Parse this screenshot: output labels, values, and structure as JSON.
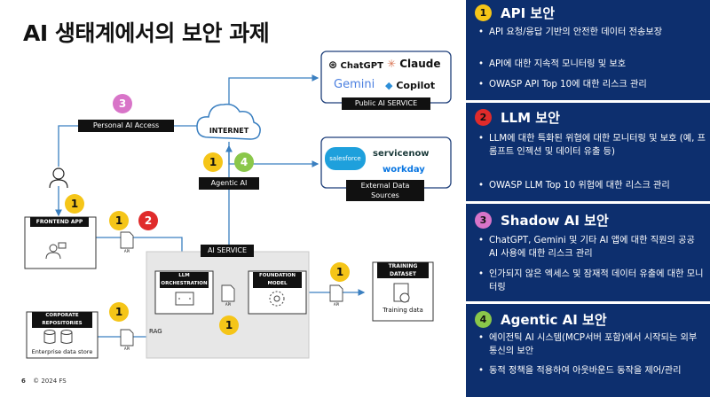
{
  "title": "AI 생태계에서의 보안 과제",
  "footer": {
    "page": "6",
    "copyright": "© 2024 FS"
  },
  "diagram": {
    "personal_ai_access": "Personal AI Access",
    "internet": "INTERNET",
    "agentic_ai": "Agentic AI",
    "public_ai_service": "Public AI  SERVICE",
    "external_data_sources": "External Data Sources",
    "frontend_app": "FRONTEND APP",
    "ai_service": "AI  SERVICE",
    "llm_orchestration": "LLM ORCHESTRATION",
    "foundation_model": "FOUNDATION MODEL",
    "training_dataset": "TRAINING DATASET",
    "training_data": "Training data",
    "corporate_repositories": "CORPORATE REPOSITORIES",
    "enterprise_data_store": "Enterprise data store",
    "rag": "RAG",
    "api": "API",
    "vendors": {
      "chatgpt": "ChatGPT",
      "claude": "Claude",
      "gemini": "Gemini",
      "copilot": "Copilot",
      "salesforce": "salesforce",
      "servicenow": "servicenow",
      "workday": "workday"
    },
    "markers": {
      "n1": "1",
      "n2": "2",
      "n3": "3",
      "n4": "4"
    }
  },
  "colors": {
    "panel_bg": "#0d2f6e",
    "yellow": "#f5c518",
    "red": "#e02b2b",
    "pink": "#d874c8",
    "green": "#8ac74a",
    "line_blue": "#3a7fc0"
  },
  "panel": {
    "sections": [
      {
        "num": "1",
        "heading": "API 보안",
        "bullets": [
          "API 요청/응답 기반의 안전한 데이터 전송보장",
          "API에 대한 지속적 모니터링 및 보호",
          "OWASP API Top 10에 대한 리스크 관리"
        ]
      },
      {
        "num": "2",
        "heading": "LLM 보안",
        "bullets": [
          "LLM에 대한 특화된 위협에 대한 모니터링 및 보호 (예, 프롬프트 인젝션 및 데이터 유출 등)",
          "OWASP LLM Top 10 위협에 대한 리스크 관리"
        ]
      },
      {
        "num": "3",
        "heading": "Shadow AI 보안",
        "bullets": [
          "ChatGPT, Gemini 및 기타 AI 앱에 대한 직원의 공공 AI 사용에 대한 리스크 관리",
          "인가되지 않은 엑세스 및 잠재적 데이터 유출에 대한 모니터링"
        ]
      },
      {
        "num": "4",
        "heading": "Agentic AI 보안",
        "bullets": [
          "에이전틱 AI 시스템(MCP서버 포함)에서 시작되는 외부 통신의 보안",
          "동적 정책을 적용하여 아웃바운드 동작을 제어/관리"
        ]
      }
    ]
  }
}
